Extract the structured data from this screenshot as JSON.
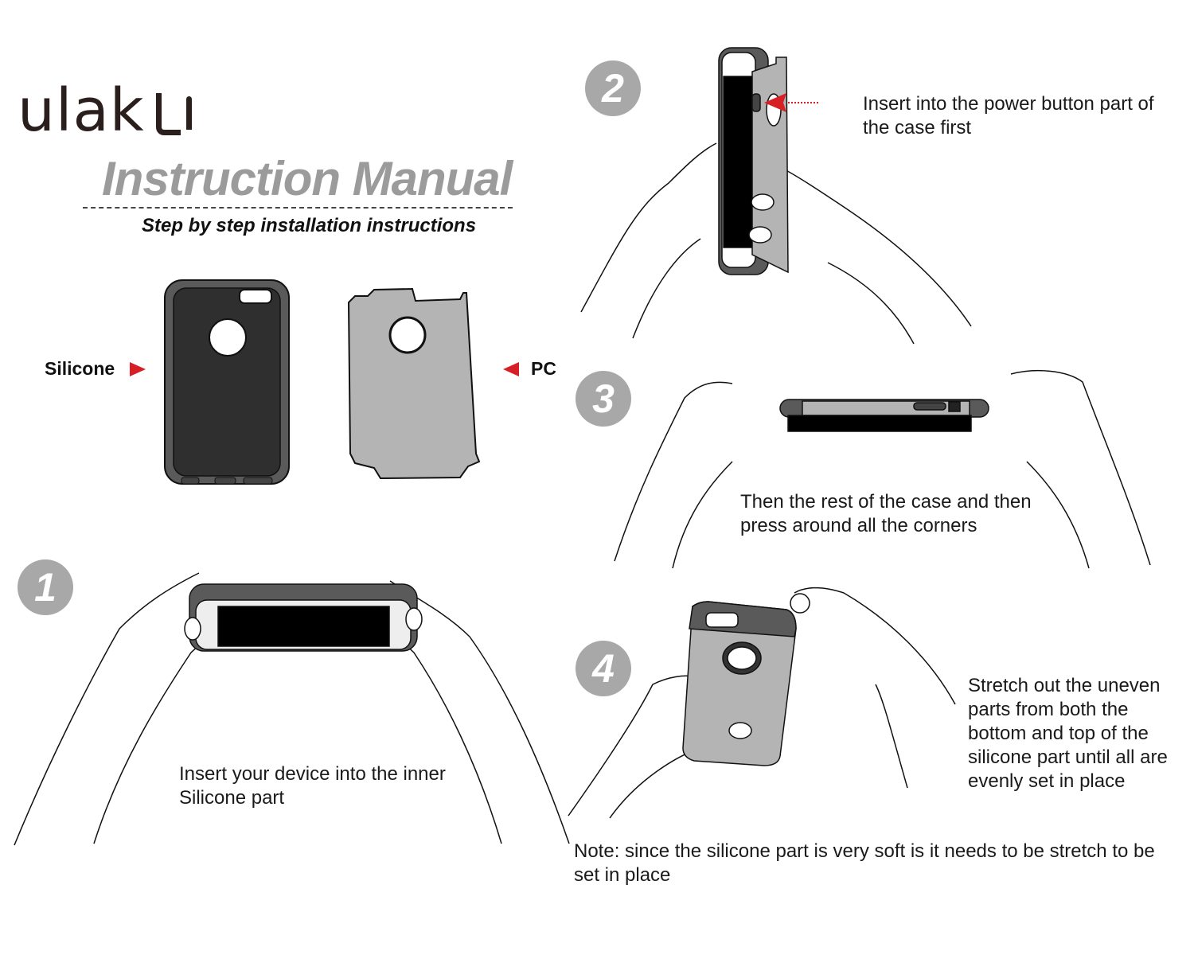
{
  "header": {
    "brand": "ulak",
    "title": "Instruction Manual",
    "subtitle": "Step by step installation instructions"
  },
  "parts": {
    "silicone_label": "Silicone",
    "pc_label": "PC",
    "arrow_color": "#d71f26"
  },
  "steps": [
    {
      "number": "1",
      "text": [
        "Insert your device into the inner",
        "Silicone part"
      ]
    },
    {
      "number": "2",
      "text": [
        "Insert into the power button part of",
        "the case first"
      ]
    },
    {
      "number": "3",
      "text": [
        "Then the rest of the case and then",
        "press around all the corners"
      ]
    },
    {
      "number": "4",
      "text": [
        "Stretch out the uneven",
        "parts from both the",
        "bottom and top of the",
        "silicone part until all are",
        "evenly set in place"
      ]
    }
  ],
  "note": [
    "Note: since the silicone part is very soft is it needs to be stretch to be",
    "set in place"
  ],
  "colors": {
    "badge": "#a8a8a8",
    "title_gray": "#9b9b9b",
    "silicone_dark": "#2f2f2f",
    "silicone_rim": "#5a5a5a",
    "pc_gray": "#b4b4b4"
  }
}
